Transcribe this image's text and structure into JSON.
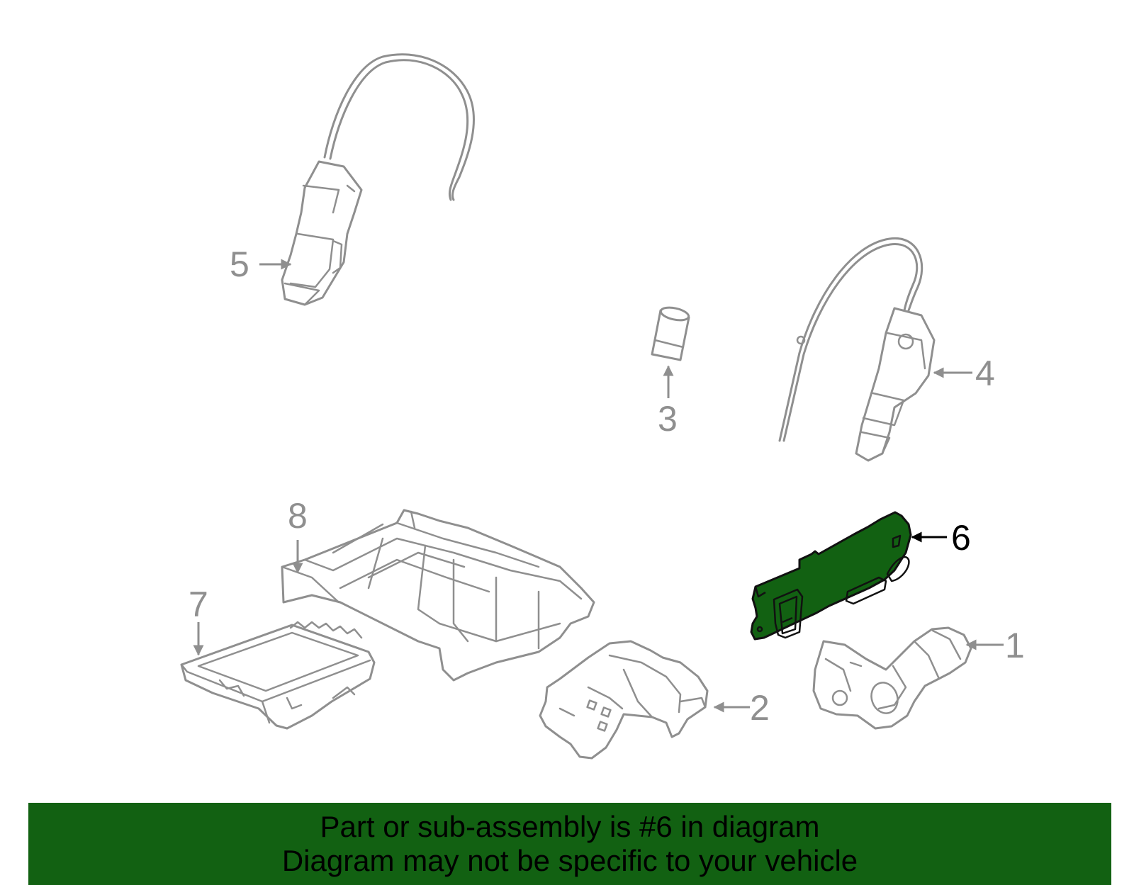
{
  "colors": {
    "highlight_fill": "#126112",
    "banner_background": "#126112",
    "part_outline": "#8f8f8f",
    "highlight_outline": "#111111"
  },
  "callouts": [
    {
      "id": "1",
      "label": "1"
    },
    {
      "id": "2",
      "label": "2"
    },
    {
      "id": "3",
      "label": "3"
    },
    {
      "id": "4",
      "label": "4"
    },
    {
      "id": "5",
      "label": "5"
    },
    {
      "id": "6",
      "label": "6",
      "highlighted": true
    },
    {
      "id": "7",
      "label": "7"
    },
    {
      "id": "8",
      "label": "8"
    }
  ],
  "banner": {
    "line1": "Part or sub-assembly is #6 in diagram",
    "line2": "Diagram may not be specific to your vehicle"
  }
}
